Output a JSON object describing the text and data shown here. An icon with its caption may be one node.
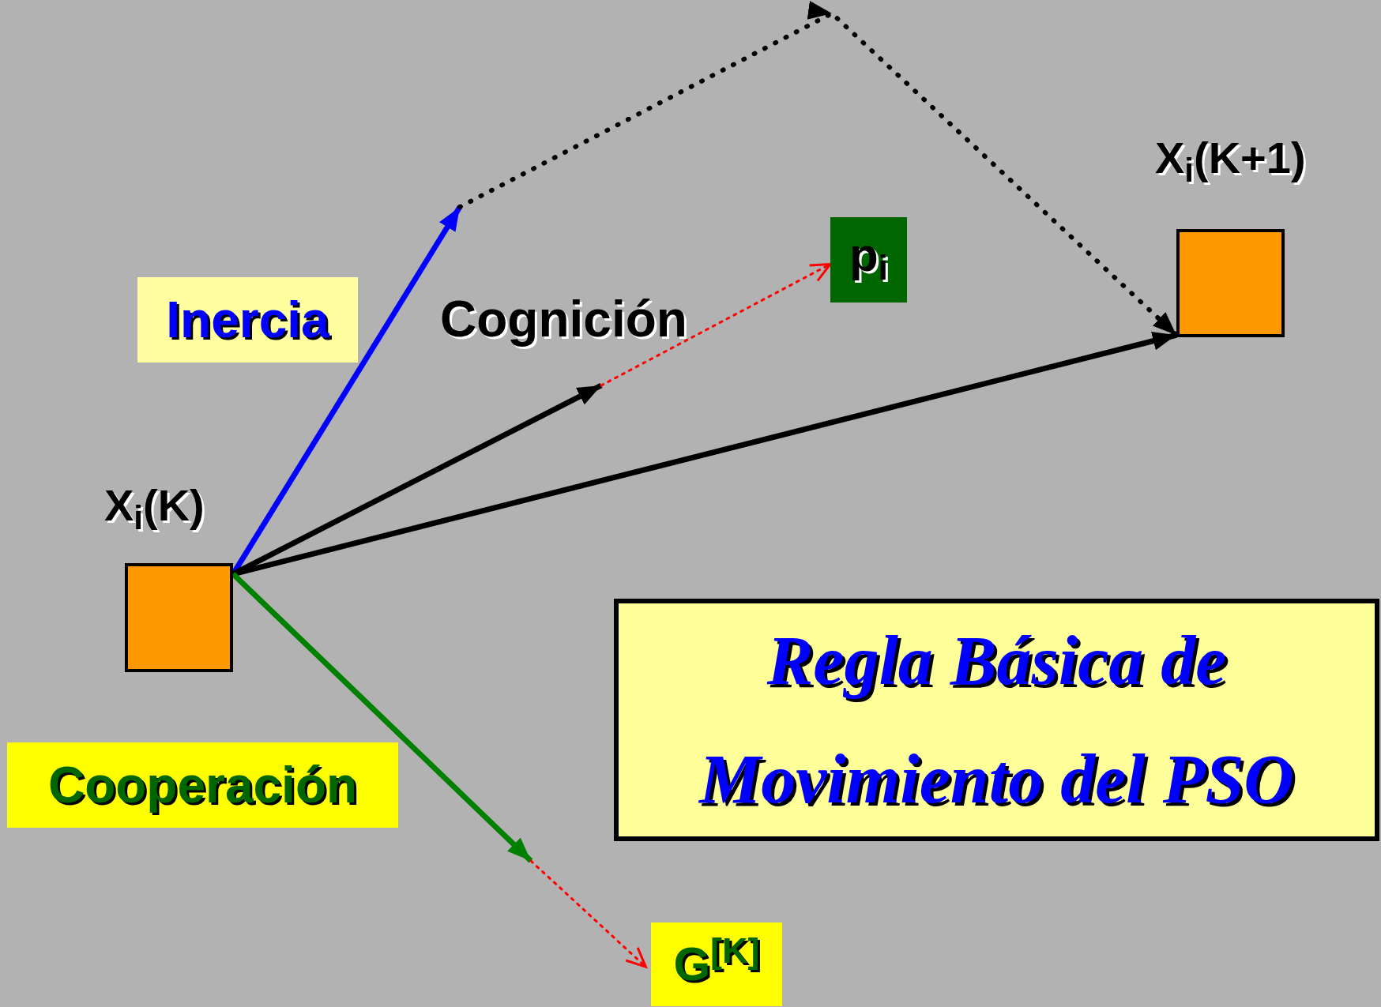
{
  "diagram": {
    "nodes": [
      {
        "text": [],
        "shape": "box",
        "beside": [
          "X$_{i}$(K)"
        ]
      },
      {
        "text": [],
        "shape": "box",
        "beside": [
          "X$_{i}$(K+1)"
        ]
      },
      {
        "text": [
          "p$_{i}$"
        ]
      },
      {
        "text": [
          "G$^{[K]}$"
        ]
      },
      {
        "text": [
          "Inercia"
        ]
      },
      {
        "text": [
          "Cooperación"
        ]
      },
      {
        "text": [
          "Regla Básica de Movimiento del PSO"
        ]
      }
    ],
    "edges": [
      {
        "from": 0,
        "to": null,
        "arrow": "to",
        "color": "#0000ff"
      },
      {
        "from": null,
        "to": 1,
        "arrow": "to",
        "style": "dashed"
      },
      {
        "from": 0,
        "to": null,
        "arrow": "to"
      },
      {
        "from": null,
        "to": 2,
        "arrow": "to",
        "style": "dashed",
        "color": "#ff0000"
      },
      {
        "from": 0,
        "to": 1,
        "arrow": "to"
      },
      {
        "from": 0,
        "to": null,
        "arrow": "to",
        "color": "#008000"
      },
      {
        "from": null,
        "to": 3,
        "arrow": "to",
        "style": "dashed",
        "color": "#ff0000"
      }
    ],
    "labels": [
      "Cognición"
    ]
  }
}
